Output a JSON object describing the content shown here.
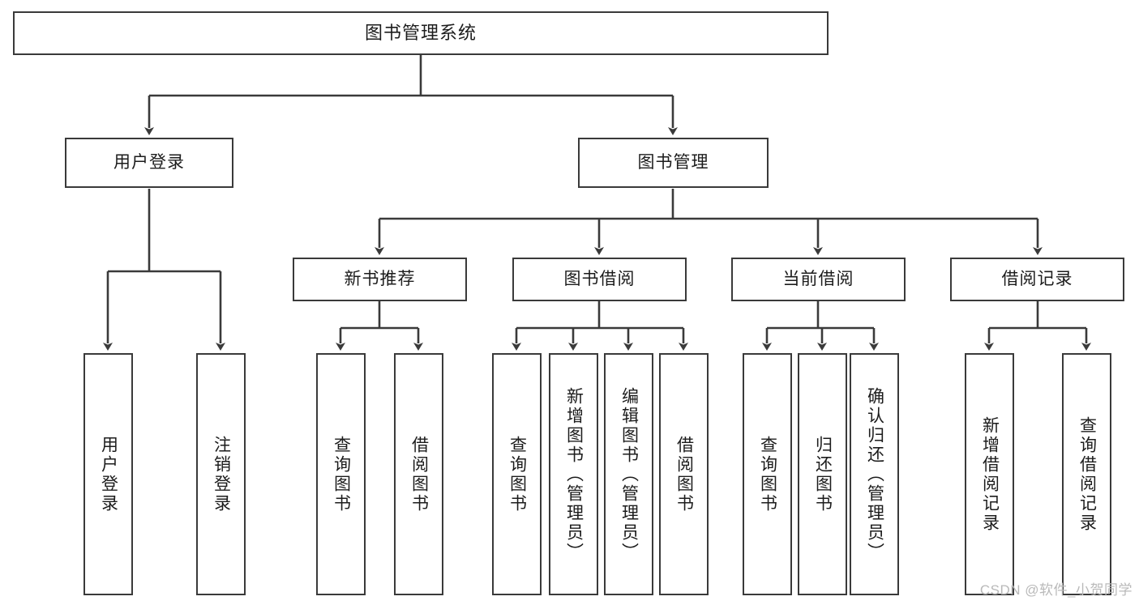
{
  "diagram": {
    "title": "图书管理系统",
    "type": "tree",
    "watermark": "CSDN @软件_小贺同学",
    "colors": {
      "stroke": "#3a3a3a",
      "fill": "#ffffff",
      "text": "#1c1c1c",
      "watermark": "#b9b9b9"
    },
    "nodes": {
      "root": "图书管理系统",
      "level2": [
        "用户登录",
        "图书管理"
      ],
      "level3": [
        "新书推荐",
        "图书借阅",
        "当前借阅",
        "借阅记录"
      ],
      "leaves": {
        "user_login": [
          "用户登录",
          "注销登录"
        ],
        "new_book": [
          "查询图书",
          "借阅图书"
        ],
        "book_borrow": [
          "查询图书",
          "新增图书（管理员）",
          "编辑图书（管理员）",
          "借阅图书"
        ],
        "current_borrow": [
          "查询图书",
          "归还图书",
          "确认归还（管理员）"
        ],
        "borrow_record": [
          "新增借阅记录",
          "查询借阅记录"
        ]
      }
    }
  }
}
